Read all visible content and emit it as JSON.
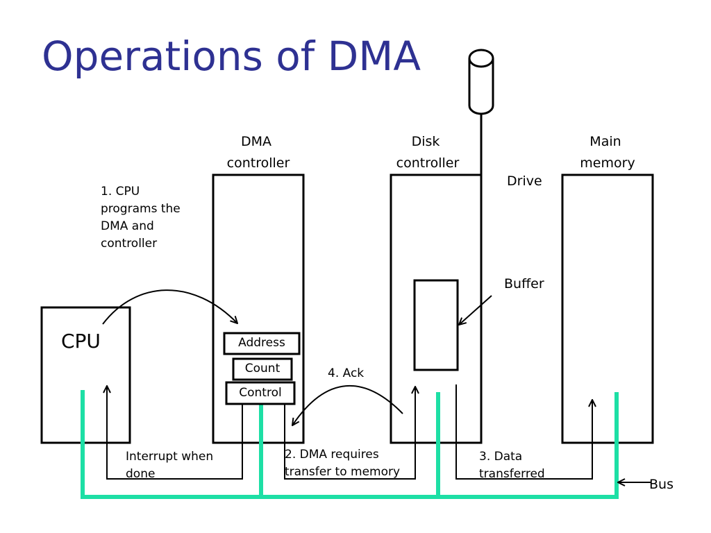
{
  "title": "Operations of DMA",
  "colors": {
    "title": "#2e3192",
    "bus": "#1ddfa5",
    "line": "#000000"
  },
  "labels": {
    "dma_controller": [
      "DMA",
      "controller"
    ],
    "disk_controller": [
      "Disk",
      "controller"
    ],
    "main_memory": [
      "Main",
      "memory"
    ],
    "drive": "Drive",
    "buffer": "Buffer",
    "cpu": "CPU",
    "address": "Address",
    "count": "Count",
    "control": "Control",
    "bus": "Bus"
  },
  "steps": {
    "step1": [
      "1. CPU",
      "programs the",
      "DMA and",
      "controller"
    ],
    "step2": [
      "2. DMA requires",
      "transfer to memory"
    ],
    "step3": [
      "3. Data",
      "transferred"
    ],
    "step4": "4. Ack",
    "interrupt": [
      "Interrupt when",
      "done"
    ]
  }
}
